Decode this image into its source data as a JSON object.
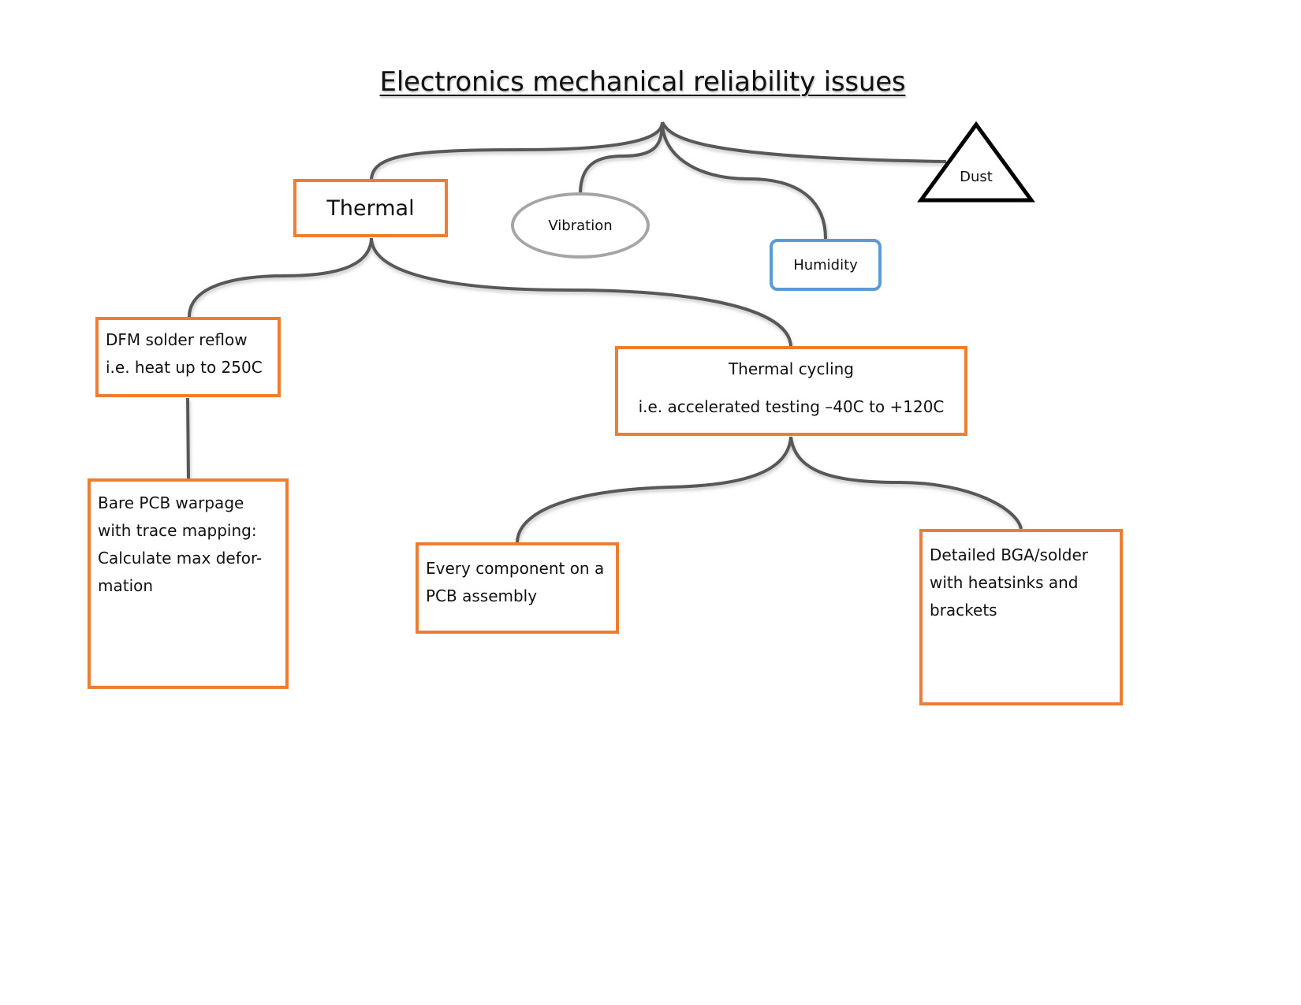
{
  "title": "Electronics mechanical reliability issues",
  "colors": {
    "box_border": "#ED7D31",
    "vibration_border": "#A5A5A5",
    "humidity_border": "#5B9BD5",
    "dust_border": "#000000",
    "connector": "#595959"
  },
  "nodes": {
    "thermal": {
      "label": "Thermal"
    },
    "vibration": {
      "label": "Vibration"
    },
    "humidity": {
      "label": "Humidity"
    },
    "dust": {
      "label": "Dust"
    },
    "dfm": {
      "lines": [
        "DFM solder reflow",
        "i.e. heat up to 250C"
      ]
    },
    "cycling": {
      "lines": [
        "Thermal cycling",
        "i.e. accelerated testing –40C to +120C"
      ]
    },
    "warpage": {
      "lines": [
        "Bare PCB warpage",
        "with trace mapping:",
        "Calculate max defor-",
        "mation"
      ]
    },
    "component": {
      "lines": [
        "Every component on a",
        "PCB assembly"
      ]
    },
    "bga": {
      "lines": [
        "Detailed BGA/solder",
        "with heatsinks and",
        "brackets"
      ]
    }
  }
}
